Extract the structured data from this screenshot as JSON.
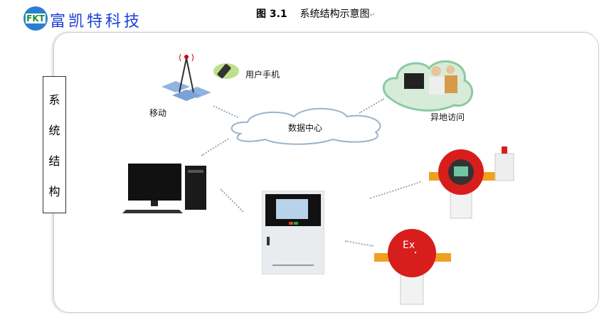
{
  "logo": {
    "mark": "FKT",
    "company": "富凯特科技"
  },
  "figure": {
    "caption_num": "图 3.1",
    "caption_text": "系统结构示意图",
    "para_mark": "↵"
  },
  "side_label": [
    "系",
    "统",
    "结",
    "构"
  ],
  "nodes": {
    "mobile": "移动",
    "phone": "用户手机",
    "datacenter": "数据中心",
    "remote": "异地访问",
    "detector_badge": "Ex"
  },
  "colors": {
    "brand": "#1a3fd6",
    "logo_green": "#1a8f3a",
    "detector_red": "#d81d1d"
  }
}
